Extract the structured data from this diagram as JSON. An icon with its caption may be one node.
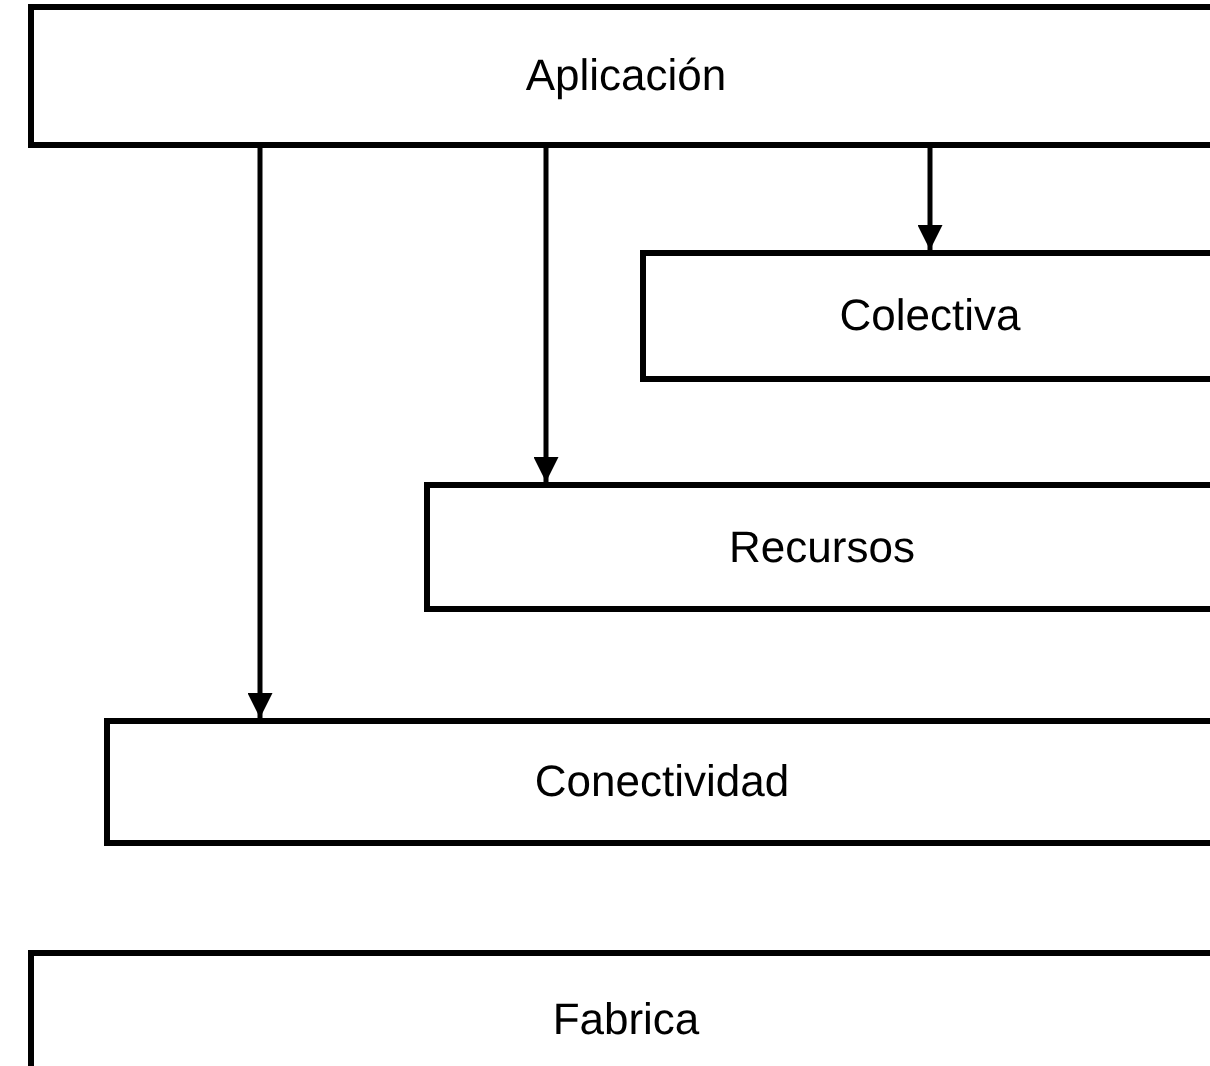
{
  "diagram": {
    "nodes": [
      {
        "text": [
          "Aplicación"
        ]
      },
      {
        "text": [
          "Colectiva"
        ]
      },
      {
        "text": [
          "Recursos"
        ]
      },
      {
        "text": [
          "Conectividad"
        ]
      },
      {
        "text": [
          "Fabrica"
        ]
      }
    ],
    "edges": [
      {
        "from": 0,
        "to": 3,
        "arrow": "to"
      },
      {
        "from": 0,
        "to": 2,
        "arrow": "to"
      },
      {
        "from": 0,
        "to": 1,
        "arrow": "to"
      }
    ]
  }
}
